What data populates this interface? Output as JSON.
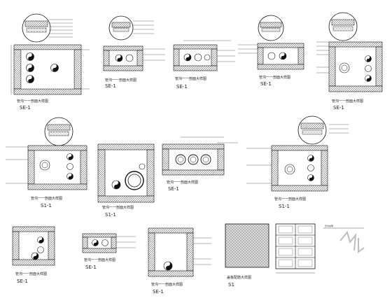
{
  "sheet": {
    "section_label": "SE-1",
    "section_label_alt": "S1-1",
    "detail_caption": "管沟一一剖面大样图",
    "slab_caption": "盖板配筋大样图",
    "slab_label": "S1",
    "note_plaque": "管沟说明"
  }
}
